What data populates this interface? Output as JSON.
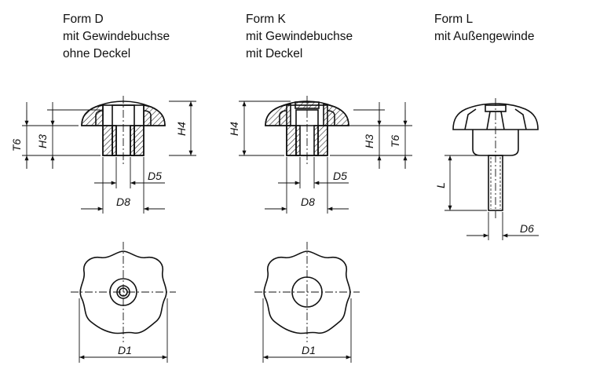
{
  "captions": {
    "form_d": {
      "title": "Form D",
      "line2": "mit Gewindebuchse",
      "line3": "ohne Deckel"
    },
    "form_k": {
      "title": "Form K",
      "line2": "mit Gewindebuchse",
      "line3": "mit Deckel"
    },
    "form_l": {
      "title": "Form L",
      "line2": "mit Außengewinde"
    }
  },
  "dimensions": {
    "form_d": {
      "t6": "T6",
      "h3": "H3",
      "h4": "H4",
      "d5": "D5",
      "d8": "D8",
      "d1": "D1"
    },
    "form_k": {
      "h4": "H4",
      "h3": "H3",
      "t6": "T6",
      "d5": "D5",
      "d8": "D8",
      "d1": "D1"
    },
    "form_l": {
      "l": "L",
      "d6": "D6"
    }
  },
  "colors": {
    "line": "#111111",
    "hatch": "#222222",
    "background": "#ffffff"
  }
}
